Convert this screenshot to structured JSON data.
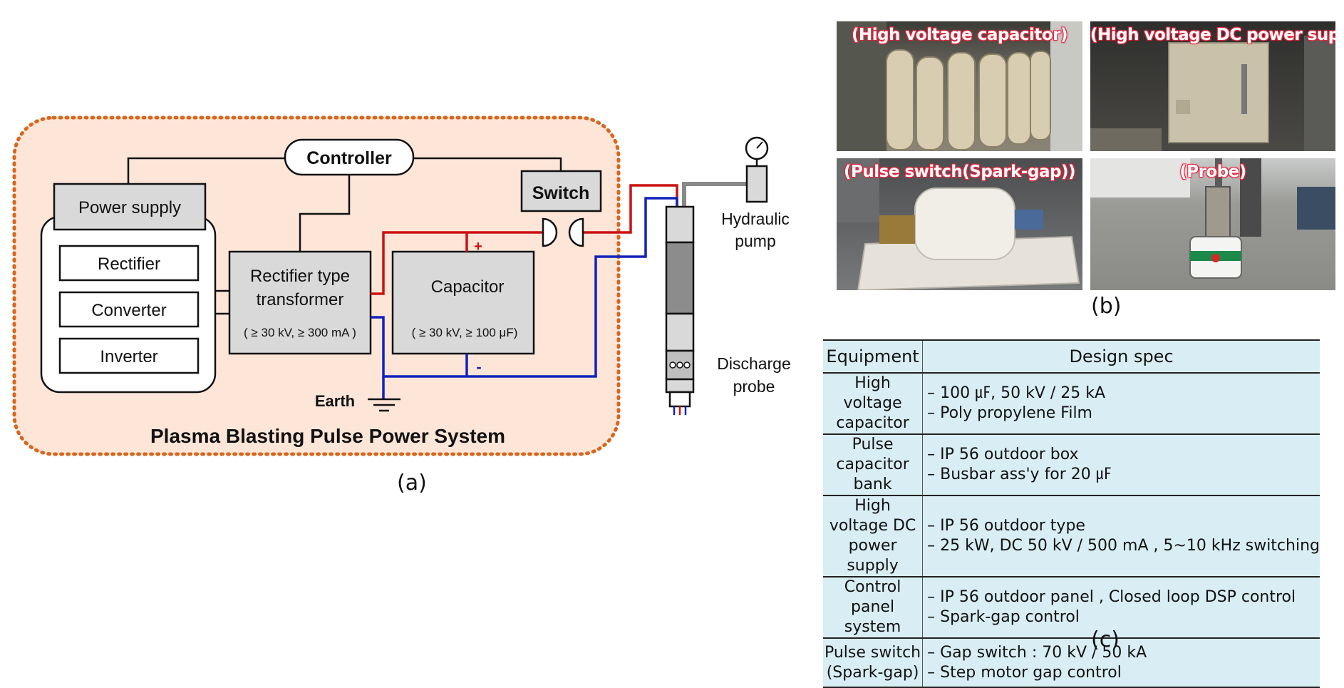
{
  "diagram_a": {
    "system_title": "Plasma Blasting Pulse Power System",
    "controller": "Controller",
    "power_supply": "Power supply",
    "rectifier": "Rectifier",
    "converter": "Converter",
    "inverter": "Inverter",
    "transformer_line1": "Rectifier type",
    "transformer_line2": "transformer",
    "transformer_spec": "( ≥ 30 kV, ≥  300 mA )",
    "capacitor": "Capacitor",
    "capacitor_spec": "( ≥ 30 kV, ≥  100 μF)",
    "switch": "Switch",
    "plus": "+",
    "minus": "-",
    "earth": "Earth",
    "hydraulic_line1": "Hydraulic",
    "hydraulic_line2": "pump",
    "probe_line1": "Discharge",
    "probe_line2": "probe",
    "caption": "(a)",
    "colors": {
      "region_fill": "#fde6d8",
      "region_border": "#d9661c",
      "positive_wire": "#cc1111",
      "negative_wire": "#1122bb",
      "box_fill": "#d9d9d9"
    }
  },
  "photos_b": {
    "caption": "(b)",
    "items": [
      {
        "label": "(High voltage capacitor)"
      },
      {
        "label": "(High voltage DC power supply)"
      },
      {
        "label": "(Pulse switch(Spark-gap))"
      },
      {
        "label": "(Probe)"
      }
    ]
  },
  "table_c": {
    "caption": "(c)",
    "header_equipment": "Equipment",
    "header_spec": "Design spec",
    "rows": [
      {
        "eq1": "High voltage",
        "eq2": "capacitor",
        "spec1": "– 100 ㎌, 50 kV / 25 kA",
        "spec2": "– Poly propylene Film"
      },
      {
        "eq1": "Pulse capacitor",
        "eq2": "bank",
        "spec1": "– IP 56 outdoor box",
        "spec2": "– Busbar ass'y for 20 ㎌"
      },
      {
        "eq1": "High voltage DC",
        "eq2": "power supply",
        "spec1": "– IP 56 outdoor type",
        "spec2": "– 25 kW, DC 50 kV / 500 mA , 5~10 kHz switching"
      },
      {
        "eq1": "Control panel",
        "eq2": "system",
        "spec1": "– IP 56 outdoor panel , Closed loop DSP control",
        "spec2": "– Spark-gap control"
      },
      {
        "eq1": "Pulse switch",
        "eq2": "(Spark-gap)",
        "spec1": "– Gap switch : 70 kV / 50 kA",
        "spec2": "– Step motor gap control"
      }
    ]
  }
}
